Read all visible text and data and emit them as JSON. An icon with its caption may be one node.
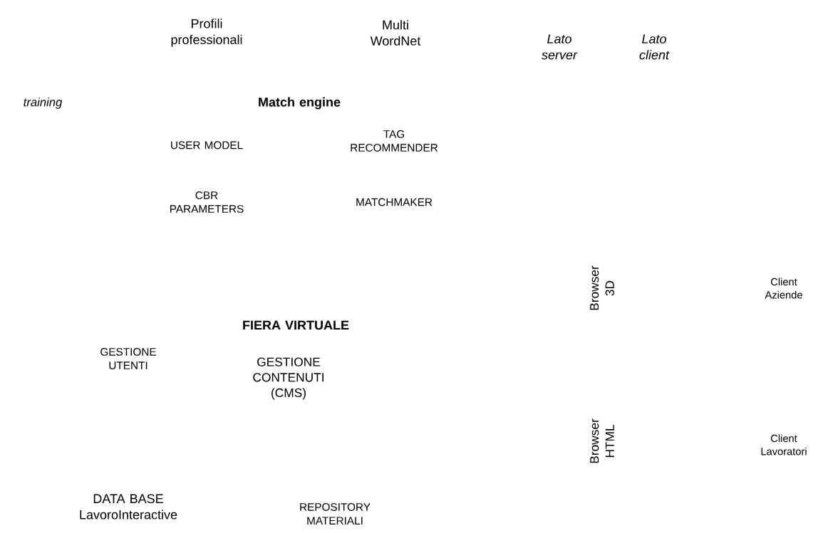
{
  "diagram": {
    "labels": [
      "Profili professionali",
      "Multi WordNet",
      "Lato server",
      "Lato client",
      "training",
      "Match engine",
      "USER MODEL",
      "TAG RECOMMENDER",
      "CBR PARAMETERS",
      "MATCHMAKER",
      "Browser 3D",
      "Client Aziende",
      "FIERA VIRTUALE",
      "GESTIONE UTENTI",
      "GESTIONE CONTENUTI (CMS)",
      "Browser HTML",
      "Client Lavoratori",
      "DATA BASE LavoroInteractive",
      "REPOSITORY MATERIALI"
    ]
  }
}
